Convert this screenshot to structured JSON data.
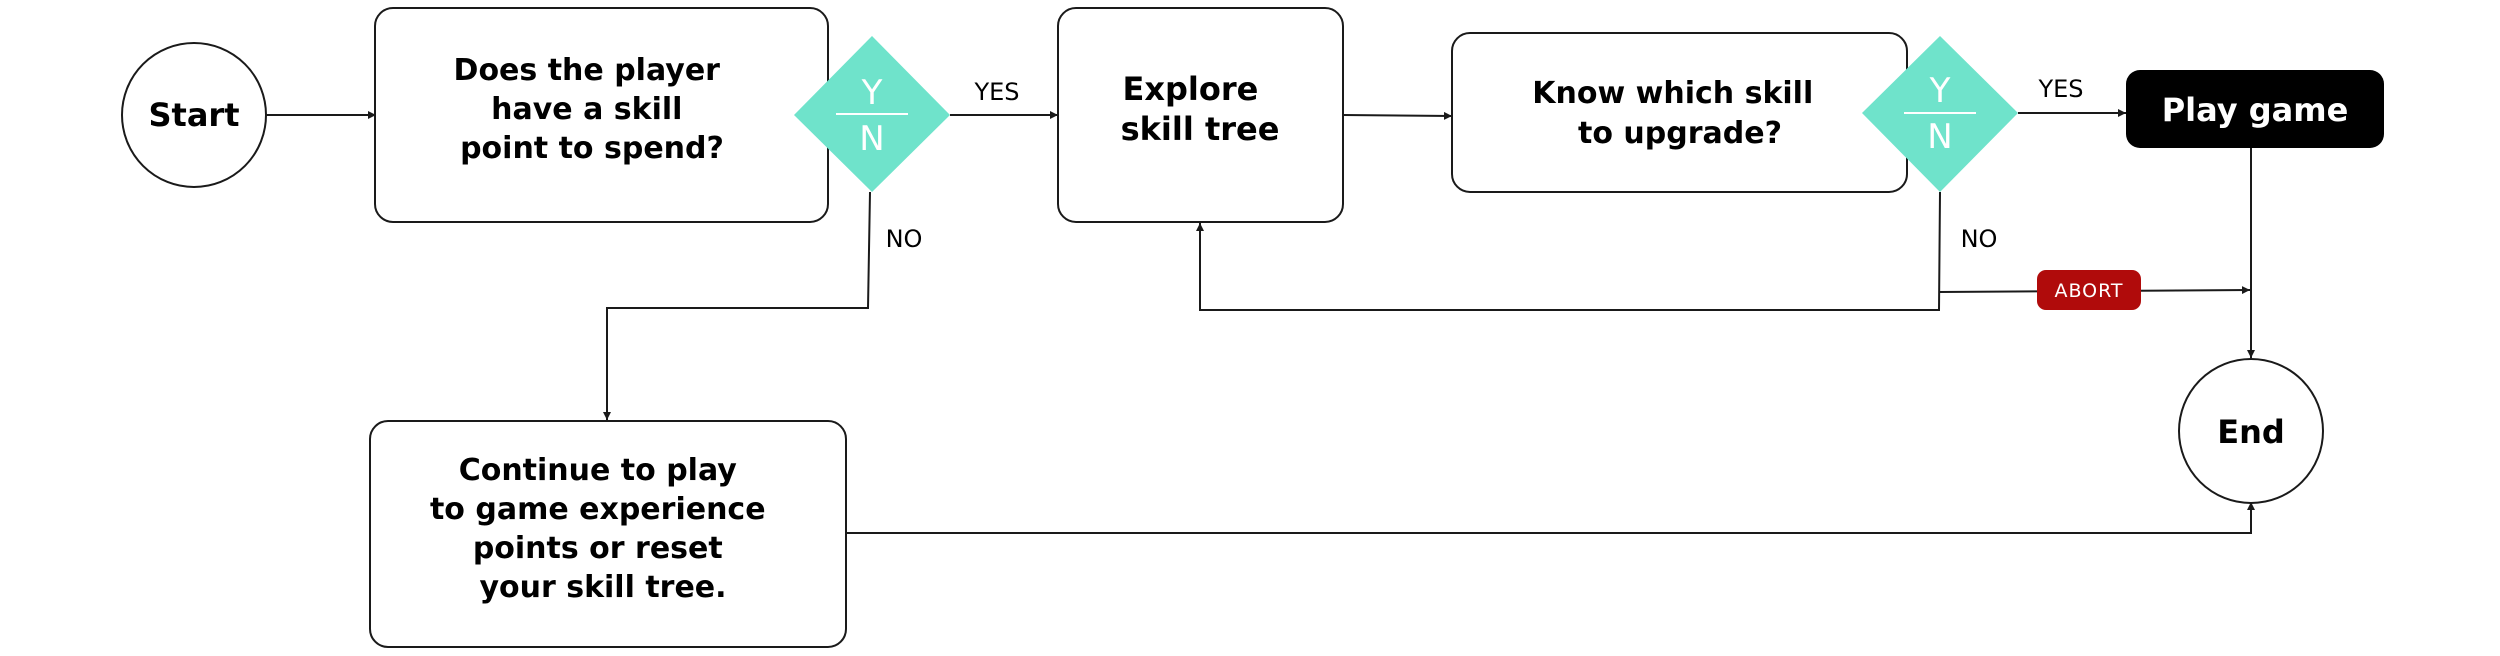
{
  "colors": {
    "decision": "#6fe3cb",
    "terminal_fill": "#000000",
    "abort_badge": "#b00b0b",
    "stroke": "#1a1a1a"
  },
  "nodes": {
    "start": "Start",
    "end": "End",
    "has_point": [
      "Does the player",
      "have a skill",
      "point to spend?"
    ],
    "explore": [
      "Explore",
      "skill tree"
    ],
    "know_skill": [
      "Know which skill",
      "to upgrade?"
    ],
    "play_game": "Play game",
    "continue": [
      "Continue to play",
      "to game experience",
      "points or reset",
      "your skill tree."
    ]
  },
  "decisions": {
    "yes_symbol": "Y",
    "no_symbol": "N"
  },
  "edge_labels": {
    "yes_1": "YES",
    "no_1": "NO",
    "yes_2": "YES",
    "no_2": "NO",
    "abort": "ABORT"
  }
}
